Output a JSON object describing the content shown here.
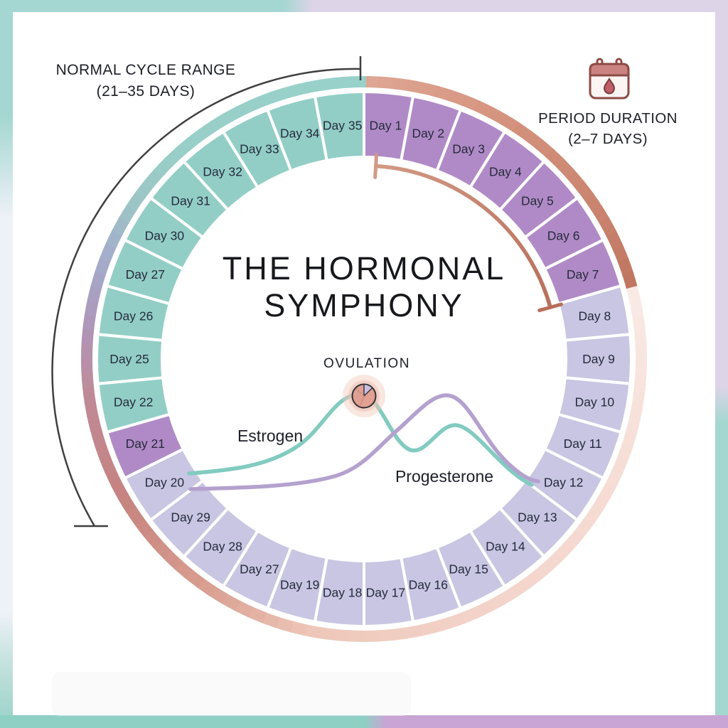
{
  "title": {
    "line1": "THE HORMONAL",
    "line2": "SYMPHONY"
  },
  "annotations": {
    "cycle_range_line1": "NORMAL CYCLE RANGE",
    "cycle_range_line2": "(21–35 DAYS)",
    "period_duration_line1": "PERIOD DURATION",
    "period_duration_line2": "(2–7 DAYS)",
    "ovulation": "OVULATION",
    "estrogen": "Estrogen",
    "progesterone": "Progesterone"
  },
  "icons": [
    {
      "name": "calendar-icon",
      "meaning": "calendar with blood drop"
    },
    {
      "name": "ovulation-egg-icon",
      "meaning": "ovum marker at estrogen peak"
    }
  ],
  "chart_data": {
    "type": "circular-cycle-wheel",
    "direction": "clockwise",
    "start_angle_deg": 0,
    "segments": [
      {
        "label": "Day 1",
        "color": "purple"
      },
      {
        "label": "Day 2",
        "color": "purple"
      },
      {
        "label": "Day 3",
        "color": "purple"
      },
      {
        "label": "Day 4",
        "color": "purple"
      },
      {
        "label": "Day 5",
        "color": "purple"
      },
      {
        "label": "Day 6",
        "color": "purple"
      },
      {
        "label": "Day 7",
        "color": "purple"
      },
      {
        "label": "Day 8",
        "color": "lavender"
      },
      {
        "label": "Day 9",
        "color": "lavender"
      },
      {
        "label": "Day 10",
        "color": "lavender"
      },
      {
        "label": "Day 11",
        "color": "lavender"
      },
      {
        "label": "Day 12",
        "color": "lavender"
      },
      {
        "label": "Day 13",
        "color": "lavender"
      },
      {
        "label": "Day 14",
        "color": "lavender"
      },
      {
        "label": "Day 15",
        "color": "lavender"
      },
      {
        "label": "Day 16",
        "color": "lavender"
      },
      {
        "label": "Day 17",
        "color": "lavender"
      },
      {
        "label": "Day 18",
        "color": "lavender"
      },
      {
        "label": "Day 19",
        "color": "lavender"
      },
      {
        "label": "Day 27",
        "color": "lavender"
      },
      {
        "label": "Day 28",
        "color": "lavender"
      },
      {
        "label": "Day 29",
        "color": "lavender"
      },
      {
        "label": "Day 20",
        "color": "lavender"
      },
      {
        "label": "Day 21",
        "color": "purple"
      },
      {
        "label": "Day 22",
        "color": "teal"
      },
      {
        "label": "Day 25",
        "color": "teal"
      },
      {
        "label": "Day 26",
        "color": "teal"
      },
      {
        "label": "Day 27",
        "color": "teal"
      },
      {
        "label": "Day 30",
        "color": "teal"
      },
      {
        "label": "Day 31",
        "color": "teal"
      },
      {
        "label": "Day 32",
        "color": "teal"
      },
      {
        "label": "Day 33",
        "color": "teal"
      },
      {
        "label": "Day 34",
        "color": "teal"
      },
      {
        "label": "Day 35",
        "color": "teal"
      }
    ],
    "segment_colors": {
      "purple": "#b08ac6",
      "lavender": "#c8c6e2",
      "teal": "#92cec6"
    },
    "band_color_stops": [
      [
        0,
        "#dfa794"
      ],
      [
        30,
        "#d4937e"
      ],
      [
        60,
        "#c8826d"
      ],
      [
        74,
        "#c0765f"
      ],
      [
        76,
        "#f9eae5"
      ],
      [
        115,
        "#f6ddd5"
      ],
      [
        155,
        "#f3d3c9"
      ],
      [
        190,
        "#eec8ba"
      ],
      [
        215,
        "#d99e90"
      ],
      [
        240,
        "#c6837f"
      ],
      [
        262,
        "#c08a97"
      ],
      [
        278,
        "#ad97bb"
      ],
      [
        292,
        "#a3aecb"
      ],
      [
        305,
        "#9cc6c5"
      ],
      [
        320,
        "#98d0c9"
      ],
      [
        359,
        "#97d1ca"
      ]
    ],
    "period_arc": {
      "spans": "Day 1 – Day 7",
      "color_start": "#d29a85",
      "color_end": "#b96f5c"
    },
    "cycle_bracket": {
      "spans": "Day 21 – Day 35",
      "color": "#3f3f41"
    },
    "curves": {
      "estrogen_color": "#82cbc0",
      "progesterone_color": "#b4a1ce"
    }
  },
  "colors": {
    "frame_teal": "#a4d7d1",
    "frame_lavender": "#ded4e8",
    "frame_purple": "#c8a5d5",
    "frame_pale": "#eef1f8",
    "card": "#ffffff",
    "day_label": "#262b3d",
    "title": "#17181c"
  }
}
